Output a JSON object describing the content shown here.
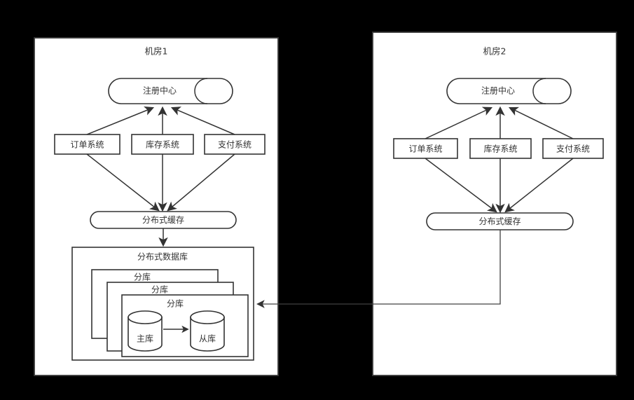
{
  "diagram": {
    "title_hidden": "",
    "background_color": "#000000",
    "panel_fill": "#ffffff",
    "stroke_color": "#333333",
    "text_color": "#333333"
  },
  "panels": [
    {
      "id": "idc1",
      "title": "机房1",
      "registry": {
        "label": "注册中心"
      },
      "services": [
        {
          "label": "订单系统"
        },
        {
          "label": "库存系统"
        },
        {
          "label": "支付系统"
        }
      ],
      "cache": {
        "label": "分布式缓存"
      },
      "database": {
        "label": "分布式数据库",
        "shards": [
          {
            "label": "分库"
          },
          {
            "label": "分库"
          },
          {
            "label": "分库"
          }
        ],
        "nodes": [
          {
            "label": "主库"
          },
          {
            "label": "从库"
          }
        ]
      }
    },
    {
      "id": "idc2",
      "title": "机房2",
      "registry": {
        "label": "注册中心"
      },
      "services": [
        {
          "label": "订单系统"
        },
        {
          "label": "库存系统"
        },
        {
          "label": "支付系统"
        }
      ],
      "cache": {
        "label": "分布式缓存"
      },
      "database": null
    }
  ],
  "cross_link": {
    "from": "idc2.cache",
    "to": "idc1.database",
    "label": ""
  }
}
